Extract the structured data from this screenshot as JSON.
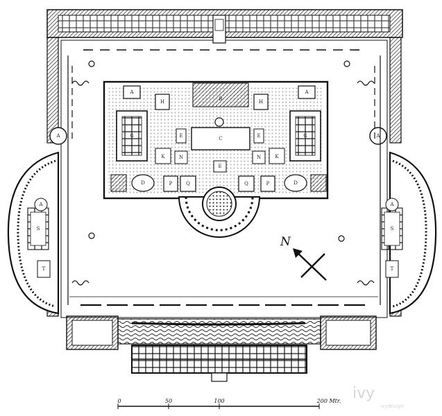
{
  "rooms": {
    "upper_left_a": "A",
    "upper_center": "B",
    "upper_right_a": "A",
    "left_pool": "G",
    "right_pool": "G",
    "center_room": "C",
    "left_k": "K",
    "right_k": "K",
    "left_e": "E",
    "right_e": "E",
    "center_e": "E",
    "left_n": "N",
    "right_n": "N",
    "left_d": "D",
    "right_d": "D",
    "left_p": "P",
    "right_p": "P",
    "left_q": "Q",
    "right_q": "Q",
    "left_h": "H",
    "right_h": "H",
    "exedra_left_s": "S",
    "exedra_right_s": "S",
    "exedra_left_a": "A",
    "exedra_right_a": "A",
    "exedra_left_t": "T",
    "exedra_right_t": "T",
    "side_gate_left": "A",
    "side_gate_right": "A"
  },
  "compass": {
    "label": "N"
  },
  "scale": {
    "ticks": [
      "0",
      "50",
      "100",
      "200 Mtr."
    ]
  },
  "watermark": {
    "brand": "ivy",
    "sub": "ivydesign"
  }
}
